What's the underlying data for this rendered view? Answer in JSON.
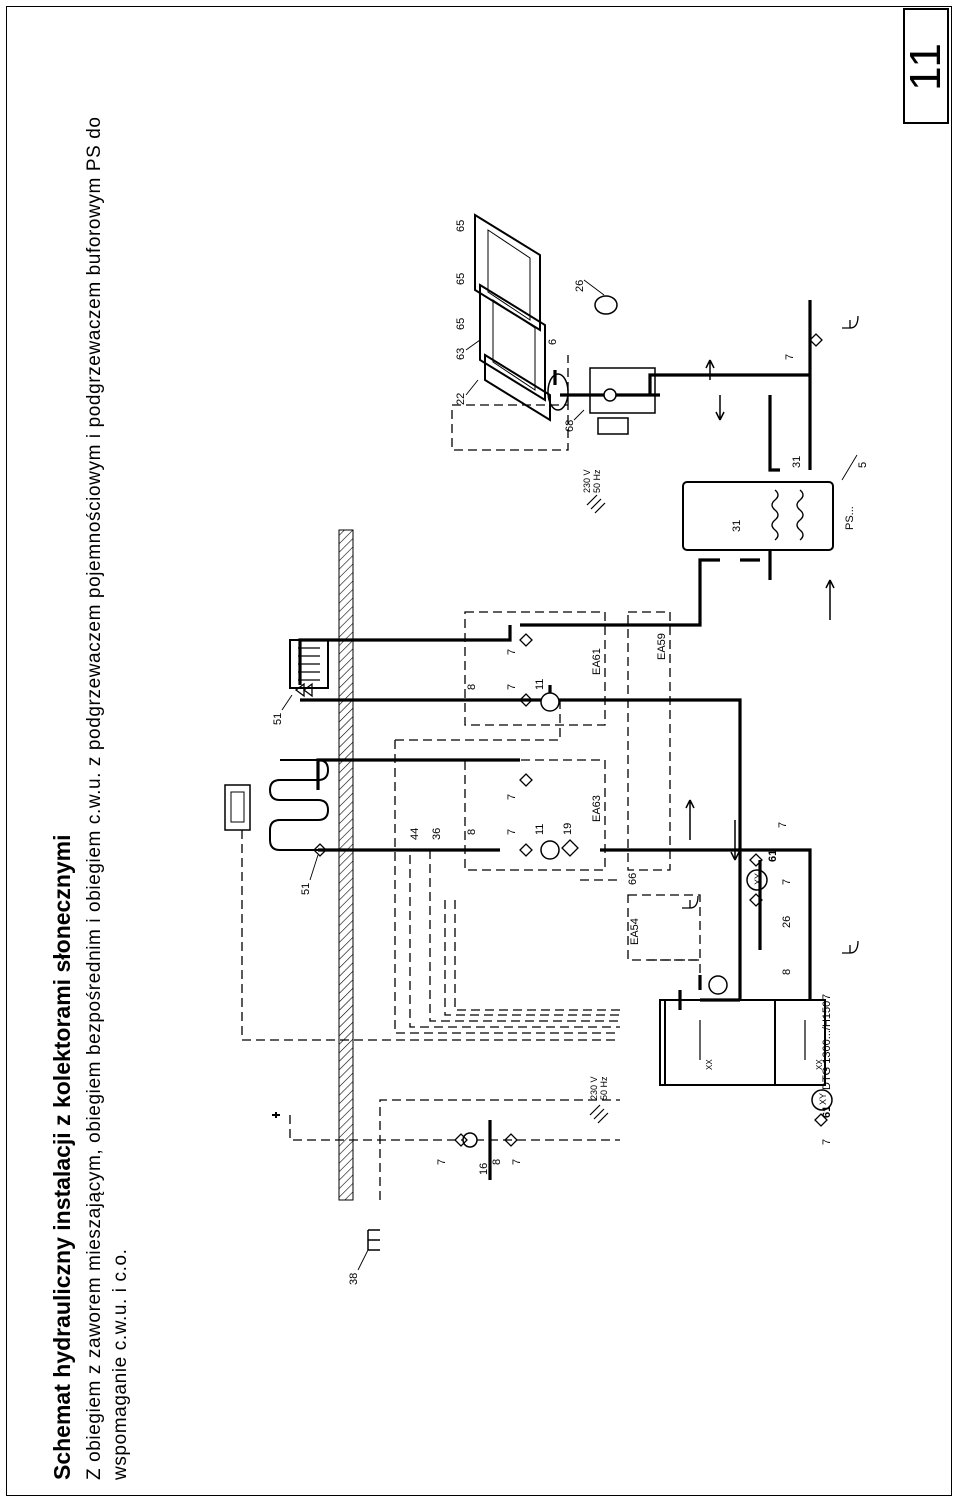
{
  "page": {
    "number": "11"
  },
  "header": {
    "title": "Schemat hydrauliczny instalacji z kolektorami słonecznymi",
    "subtitle_line1": "Z obiegiem z zaworem mieszającym, obiegiem bezpośrednim i obiegiem c.w.u. z  podgrzewaczem pojemnościowym  i podgrzewaczem  buforowym PS do",
    "subtitle_line2": "wspomaganie c.w.u.  i  c.o."
  },
  "labels": {
    "boiler": "DTG 1300.../H150",
    "storage": "PS...",
    "power_1": "230 V",
    "power_1b": "50 Hz",
    "power_2": "230 V",
    "power_2b": "50 Hz",
    "box_ea54": "EA54",
    "box_ea59": "EA59",
    "box_ea61": "EA61",
    "box_ea63": "EA63",
    "sensor_xx_1": "XX",
    "sensor_xx_2": "XX",
    "valve_xy_1": "XY",
    "valve_xy_2": "XY",
    "n38": "38",
    "n51a": "51",
    "n51b": "51",
    "n44": "44",
    "n36": "36",
    "n7a": "7",
    "n16": "16",
    "n8a": "8",
    "n7b": "7",
    "n7c": "7",
    "n61a": "61",
    "n7d": "7",
    "n8b": "8",
    "n26a": "26",
    "n7e": "7",
    "n61b": "61",
    "n7f": "7",
    "n66": "66",
    "n8c": "8",
    "n7g": "7",
    "n11a": "11",
    "n19": "19",
    "n7h": "7",
    "n8d": "8",
    "n7i": "7",
    "n11b": "11",
    "n7j": "7",
    "n31a": "31",
    "n31b": "31",
    "n5": "5",
    "n7k": "7",
    "n68": "68",
    "n22": "22",
    "n63": "63",
    "n65a": "65",
    "n65b": "65",
    "n65c": "65",
    "n6": "6",
    "n26b": "26"
  },
  "colors": {
    "line": "#000000",
    "background": "#ffffff",
    "hatch": "#000000"
  }
}
